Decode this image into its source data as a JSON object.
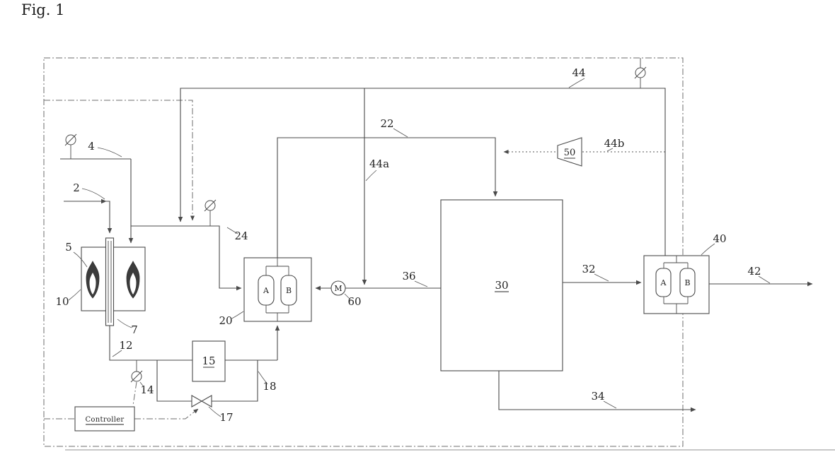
{
  "figure": {
    "title": "Fig. 1"
  },
  "refs": {
    "r2": "2",
    "r4": "4",
    "r5": "5",
    "r7": "7",
    "r10": "10",
    "r12": "12",
    "r14": "14",
    "r15": "15",
    "r17": "17",
    "r18": "18",
    "r20": "20",
    "r22": "22",
    "r24": "24",
    "r30": "30",
    "r32": "32",
    "r34": "34",
    "r36": "36",
    "r40": "40",
    "r42": "42",
    "r44": "44",
    "r44a": "44a",
    "r44b": "44b",
    "r50": "50",
    "r60": "60"
  },
  "components": {
    "controller": "Controller",
    "motor": "M",
    "adsorber20": {
      "vessel_a": "A",
      "vessel_b": "B"
    },
    "adsorber40": {
      "vessel_a": "A",
      "vessel_b": "B"
    }
  },
  "colors": {
    "line": "#4a4a4a",
    "label": "#222222",
    "background": "#ffffff"
  }
}
